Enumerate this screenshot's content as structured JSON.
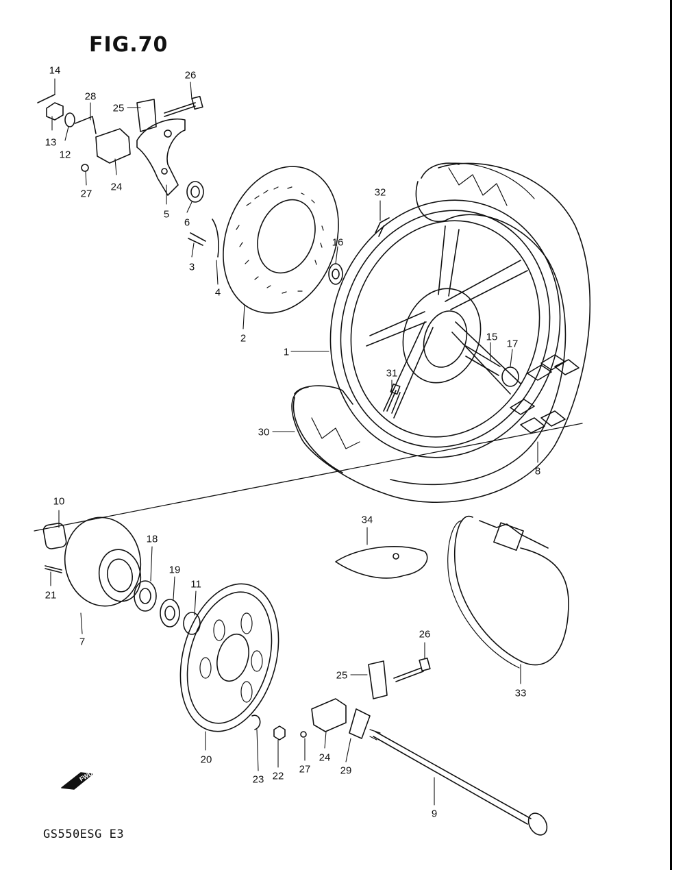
{
  "figure": {
    "title": "FIG.70",
    "model_code": "GS550ESG  E3",
    "fwd_marker": "FWD"
  },
  "callouts": [
    {
      "id": "c14",
      "text": "14"
    },
    {
      "id": "c13",
      "text": "13"
    },
    {
      "id": "c12",
      "text": "12"
    },
    {
      "id": "c28",
      "text": "28"
    },
    {
      "id": "c25a",
      "text": "25"
    },
    {
      "id": "c26a",
      "text": "26"
    },
    {
      "id": "c27a",
      "text": "27"
    },
    {
      "id": "c24a",
      "text": "24"
    },
    {
      "id": "c5",
      "text": "5"
    },
    {
      "id": "c6",
      "text": "6"
    },
    {
      "id": "c3",
      "text": "3"
    },
    {
      "id": "c4",
      "text": "4"
    },
    {
      "id": "c2",
      "text": "2"
    },
    {
      "id": "c32",
      "text": "32"
    },
    {
      "id": "c16",
      "text": "16"
    },
    {
      "id": "c1",
      "text": "1"
    },
    {
      "id": "c15",
      "text": "15"
    },
    {
      "id": "c17",
      "text": "17"
    },
    {
      "id": "c31",
      "text": "31"
    },
    {
      "id": "c30",
      "text": "30"
    },
    {
      "id": "c8",
      "text": "8"
    },
    {
      "id": "c10",
      "text": "10"
    },
    {
      "id": "c21",
      "text": "21"
    },
    {
      "id": "c7",
      "text": "7"
    },
    {
      "id": "c18",
      "text": "18"
    },
    {
      "id": "c19",
      "text": "19"
    },
    {
      "id": "c11",
      "text": "11"
    },
    {
      "id": "c34",
      "text": "34"
    },
    {
      "id": "c33",
      "text": "33"
    },
    {
      "id": "c26b",
      "text": "26"
    },
    {
      "id": "c25b",
      "text": "25"
    },
    {
      "id": "c20",
      "text": "20"
    },
    {
      "id": "c23",
      "text": "23"
    },
    {
      "id": "c22",
      "text": "22"
    },
    {
      "id": "c27b",
      "text": "27"
    },
    {
      "id": "c24b",
      "text": "24"
    },
    {
      "id": "c29",
      "text": "29"
    },
    {
      "id": "c9",
      "text": "9"
    }
  ]
}
